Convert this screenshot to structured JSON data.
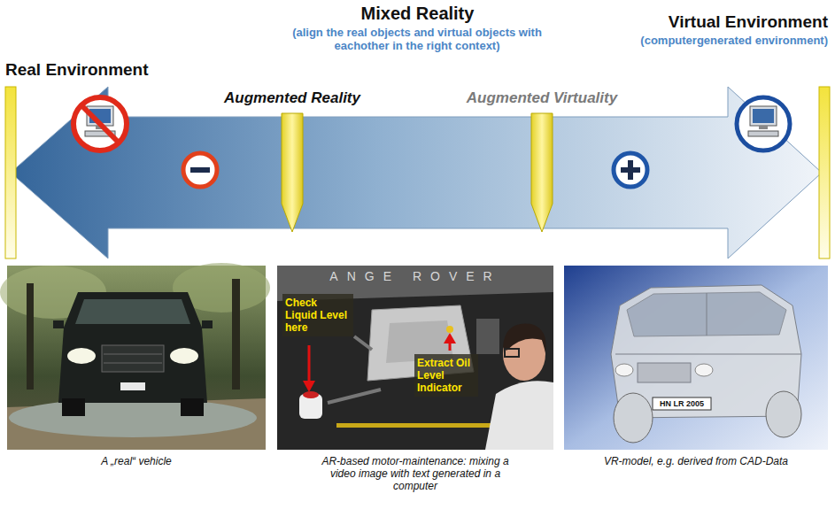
{
  "diagram": {
    "title": "Mixed Reality",
    "nodes": [
      {
        "text": [
          "A „real“ vehicle"
        ]
      },
      {
        "text": [
          "ANGE ROVER",
          "AR-based motor-maintenance: mixing a video image with text generated in a computer"
        ]
      },
      {
        "text": [
          "Check Liquid Level here"
        ],
        "in": 1
      },
      {
        "text": [
          "Extract Oil Level Indicator"
        ],
        "in": 1
      },
      {
        "text": [
          "HN LR 2005",
          "VR-model, e.g. derived from CAD-Data"
        ]
      }
    ],
    "labels": [
      "(align the real objects and virtual objects with eachother in the right context)",
      "Real Environment",
      "Augmented Reality",
      "Augmented Virtuality",
      "Virtual Environment",
      "(computergenerated environment)"
    ]
  }
}
